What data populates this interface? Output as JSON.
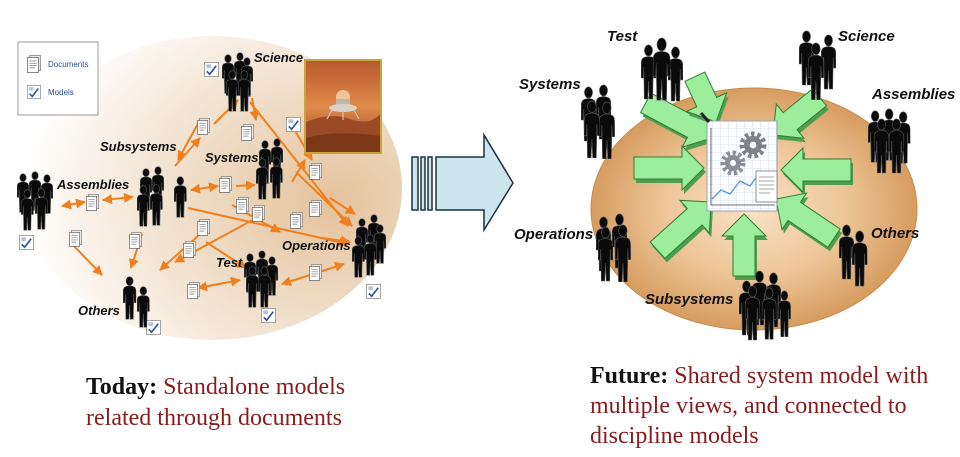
{
  "legend": {
    "documents": "Documents",
    "models": "Models"
  },
  "today": {
    "labels": {
      "science": "Science",
      "subsystems": "Subsystems",
      "systems": "Systems",
      "assemblies": "Assemblies",
      "operations": "Operations",
      "test": "Test",
      "others": "Others"
    },
    "caption": {
      "heading": "Today:",
      "lines": [
        "Standalone models",
        "related through documents"
      ]
    }
  },
  "future": {
    "labels": {
      "test": "Test",
      "science": "Science",
      "systems": "Systems",
      "assemblies": "Assemblies",
      "operations": "Operations",
      "others": "Others",
      "subsystems": "Subsystems"
    },
    "caption": {
      "heading": "Future:",
      "lines": [
        "Shared system model with",
        "multiple views, and connected to",
        "discipline models"
      ]
    }
  },
  "icons": {
    "people": "person-silhouette-icon",
    "document": "document-icon",
    "model": "model-icon",
    "central": "gear-chart-icon",
    "photo": "mars-lander-photo"
  },
  "colors": {
    "caption_text": "#8b1c1c",
    "relation_arrows": "#f07f1e",
    "view_arrows": "#9cee9c",
    "view_arrow_outline": "#2e7d32",
    "model_ellipse": "#d69c5f",
    "transition_arrow": "#cde6ee"
  }
}
